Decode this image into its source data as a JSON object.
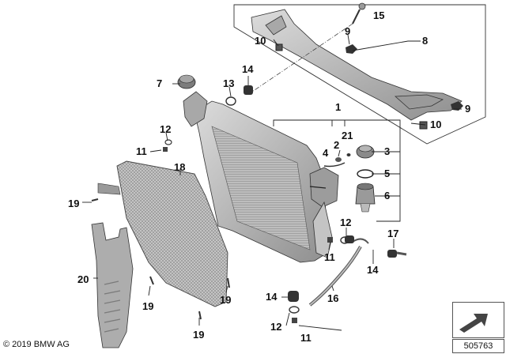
{
  "callouts": {
    "c1": "1",
    "c2": "2",
    "c3": "3",
    "c4": "4",
    "c5": "5",
    "c6": "6",
    "c7": "7",
    "c8": "8",
    "c9a": "9",
    "c9b": "9",
    "c10a": "10",
    "c10b": "10",
    "c11a": "11",
    "c11b": "11",
    "c11c": "11",
    "c12a": "12",
    "c12b": "12",
    "c12c": "12",
    "c13": "13",
    "c14a": "14",
    "c14b": "14",
    "c14c": "14",
    "c15": "15",
    "c16": "16",
    "c17": "17",
    "c18": "18",
    "c19a": "19",
    "c19b": "19",
    "c19c": "19",
    "c19d": "19",
    "c20": "20",
    "c21": "21"
  },
  "footer": {
    "copyright": "© 2019 BMW AG",
    "image_ref": "505763"
  },
  "colors": {
    "part_fill": "#b9b9b9",
    "part_dark": "#8e8e8e",
    "part_light": "#d6d6d6",
    "line": "#222222"
  }
}
